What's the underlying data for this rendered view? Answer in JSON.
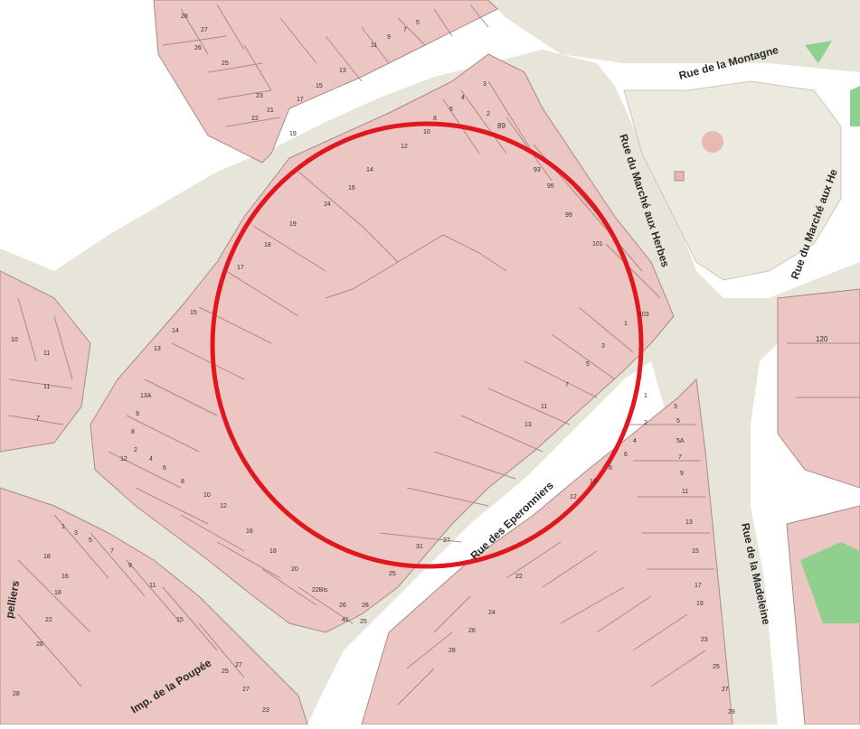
{
  "colors": {
    "road": "#e7e4da",
    "block": "#ecc6c3",
    "parcel_line": "#a98a86",
    "building": "#e3b9b5",
    "green": "#8fd08f",
    "open_space": "#ece9df",
    "circle": "#e0171f"
  },
  "streets": [
    {
      "id": "montagne",
      "label": "Rue de la Montagne"
    },
    {
      "id": "marche-herbes",
      "label": "Rue du Marché aux Herbes"
    },
    {
      "id": "marche-herbes-2",
      "label": "Rue du Marché aux He"
    },
    {
      "id": "eperonniers",
      "label": "Rue des Eperonniers"
    },
    {
      "id": "madeleine",
      "label": "Rue de la Madeleine"
    },
    {
      "id": "poupee",
      "label": "Imp. de la Poupée"
    },
    {
      "id": "pelliers",
      "label": "pelliers"
    }
  ],
  "house_numbers": {
    "n28": "28",
    "n27": "27",
    "n26": "26",
    "n25": "25",
    "n23": "23",
    "n22": "22",
    "n21": "21",
    "n19": "19",
    "n17": "17",
    "n15": "15",
    "n13": "13",
    "n11": "11",
    "n9": "9",
    "n7": "7",
    "n5": "5",
    "n3": "3",
    "n24": "24",
    "n16": "16",
    "n14": "14",
    "n12": "12",
    "n10": "10",
    "n8": "8",
    "n6": "6",
    "n4": "4",
    "n2": "2",
    "n18": "18",
    "n20": "20",
    "n13a": "13A",
    "n89": "89",
    "n93": "93",
    "n95": "95",
    "n99": "99",
    "n101": "101",
    "n103": "103",
    "n120": "120",
    "n1": "1",
    "n22bis": "22Bis",
    "n41": "41",
    "n31": "31",
    "n5a": "5A",
    "n29": "29"
  }
}
